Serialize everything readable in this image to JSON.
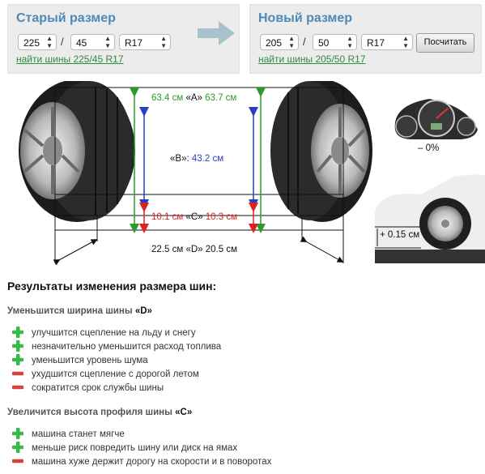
{
  "old_size": {
    "title": "Старый размер",
    "width": "225",
    "profile": "45",
    "rim": "R17",
    "link": "найти шины 225/45 R17"
  },
  "new_size": {
    "title": "Новый размер",
    "width": "205",
    "profile": "50",
    "rim": "R17",
    "calc_label": "Посчитать",
    "link": "найти шины 205/50 R17"
  },
  "separator": "/",
  "diagram": {
    "a_old": "63.4 см",
    "a_label": "«A»",
    "a_new": "63.7 см",
    "b_label": "«B»:",
    "b_value": "43.2 см",
    "c_old": "10.1 см",
    "c_label": "«C»",
    "c_new": "10.3 см",
    "d_old": "22.5 см",
    "d_label": "«D»",
    "d_new": "20.5 см",
    "speedo_change": "– 0%",
    "clearance_change": "+ 0.15 см"
  },
  "results": {
    "title": "Результаты изменения размера шин:",
    "sections": [
      {
        "title_prefix": "Уменьшится ширина шины ",
        "title_key": "«D»",
        "items": [
          {
            "kind": "plus",
            "text": "улучшится сцепление на льду и снегу"
          },
          {
            "kind": "plus",
            "text": "незначительно уменьшится расход топлива"
          },
          {
            "kind": "plus",
            "text": "уменьшится уровень шума"
          },
          {
            "kind": "minus",
            "text": "ухудшится сцепление с дорогой летом"
          },
          {
            "kind": "minus",
            "text": "сократится срок службы шины"
          }
        ]
      },
      {
        "title_prefix": "Увеличится высота профиля шины ",
        "title_key": "«C»",
        "items": [
          {
            "kind": "plus",
            "text": "машина станет мягче"
          },
          {
            "kind": "plus",
            "text": "меньше риск повредить шину или диск на ямах"
          },
          {
            "kind": "minus",
            "text": "машина хуже держит дорогу на скорости и в поворотах"
          }
        ]
      }
    ]
  },
  "colors": {
    "title_blue": "#4f89b6",
    "link_green": "#2e8c3a",
    "plus_green": "#3cb84a",
    "minus_red": "#d9423a",
    "dim_green": "#2a9a2a",
    "dim_red": "#e02020",
    "dim_blue": "#2a3fbf"
  }
}
